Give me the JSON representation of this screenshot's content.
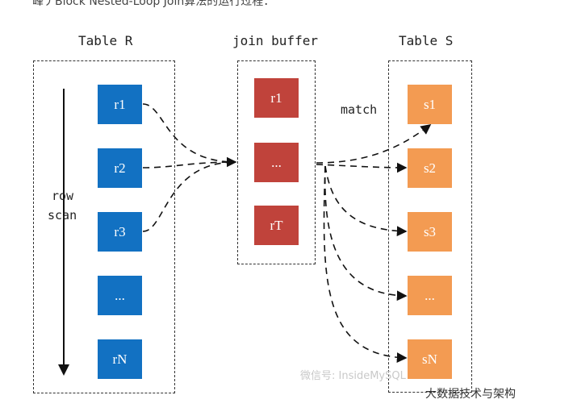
{
  "header_fragment": "峰丿Block Nested-Loop Join算法的运行过程：",
  "titles": {
    "table_r": "Table R",
    "join_buffer": "join buffer",
    "table_s": "Table S"
  },
  "labels": {
    "row": "row",
    "scan": "scan",
    "match": "match"
  },
  "table_r": [
    "r1",
    "r2",
    "r3",
    "...",
    "rN"
  ],
  "join_buffer": [
    "r1",
    "...",
    "rT"
  ],
  "table_s": [
    "s1",
    "s2",
    "s3",
    "...",
    "sN"
  ],
  "watermarks": {
    "wechat": "微信号: InsideMySQL",
    "account": "大数据技术与架构"
  },
  "colors": {
    "table_r_cell": "#1271c2",
    "join_buffer_cell": "#c0433b",
    "table_s_cell": "#f39b52"
  }
}
